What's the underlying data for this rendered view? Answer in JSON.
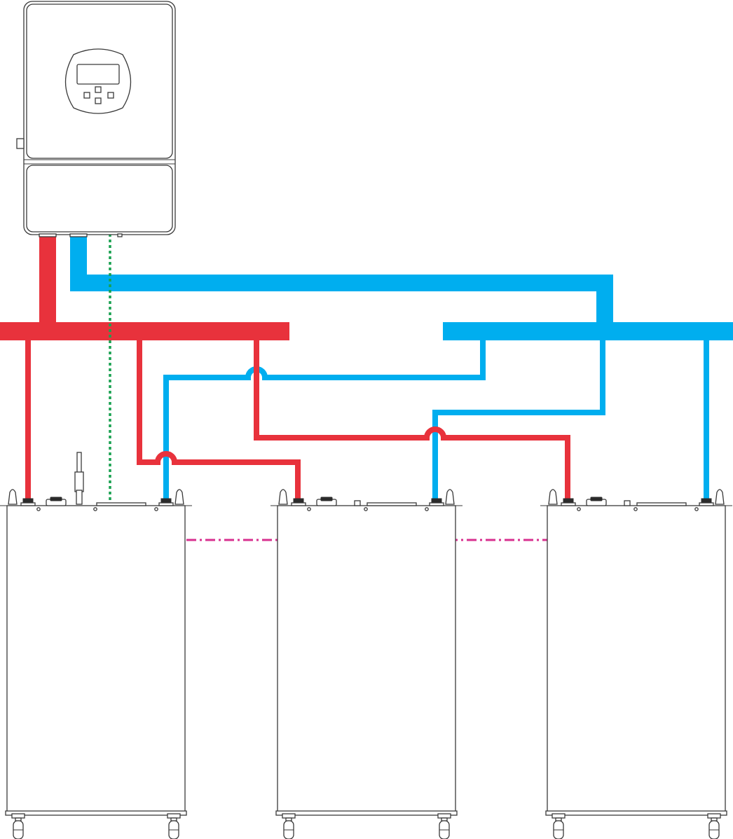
{
  "diagram": {
    "description_visible_text": "",
    "colors": {
      "positive_cable": "#E8323C",
      "negative_cable": "#00AEEF",
      "communication_cable": "#19A150",
      "battery_link_cable": "#D8308F",
      "outline": "#3A3A3A",
      "background": "#FFFFFF"
    },
    "components": {
      "inverter": {
        "name": "inverter",
        "icon": "inverter-icon"
      },
      "positive_busbar": {
        "name": "positive-busbar"
      },
      "negative_busbar": {
        "name": "negative-busbar"
      },
      "batteries": [
        {
          "name": "battery-1",
          "icon": "battery-cabinet-icon"
        },
        {
          "name": "battery-2",
          "icon": "battery-cabinet-icon"
        },
        {
          "name": "battery-3",
          "icon": "battery-cabinet-icon"
        }
      ]
    },
    "connections": [
      {
        "from": "inverter",
        "to": "positive-busbar",
        "type": "positive"
      },
      {
        "from": "inverter",
        "to": "negative-busbar",
        "type": "negative"
      },
      {
        "from": "positive-busbar",
        "to": "battery-1",
        "type": "positive"
      },
      {
        "from": "positive-busbar",
        "to": "battery-2",
        "type": "positive"
      },
      {
        "from": "positive-busbar",
        "to": "battery-3",
        "type": "positive"
      },
      {
        "from": "negative-busbar",
        "to": "battery-1",
        "type": "negative"
      },
      {
        "from": "negative-busbar",
        "to": "battery-2",
        "type": "negative"
      },
      {
        "from": "negative-busbar",
        "to": "battery-3",
        "type": "negative"
      },
      {
        "from": "inverter",
        "to": "battery-1",
        "type": "communication"
      },
      {
        "from": "battery-1",
        "to": "battery-2",
        "type": "battery-link"
      },
      {
        "from": "battery-2",
        "to": "battery-3",
        "type": "battery-link"
      }
    ]
  }
}
